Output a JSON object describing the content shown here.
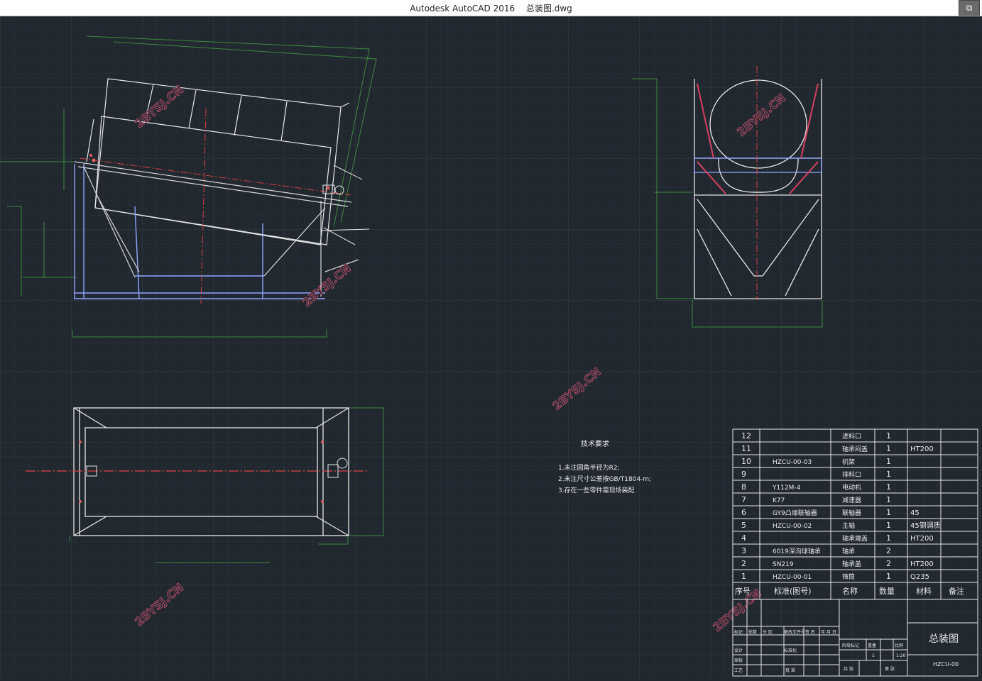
{
  "window": {
    "app_title": "Autodesk AutoCAD 2016",
    "file_name": "总装图.dwg",
    "ctrl_icon": "restore-icon"
  },
  "watermark": "2BYSJ.CN",
  "tech_req": {
    "heading": "技术要求",
    "items": [
      "1.未注圆角半径为R2;",
      "2.未注尺寸公差按GB/T1804-m;",
      "3.存在一些零件需现场装配"
    ]
  },
  "bom": {
    "header": {
      "no": "序号",
      "std": "标准(图号)",
      "name": "名称",
      "qty": "数量",
      "mat": "材料",
      "note": "备注"
    },
    "rows": [
      {
        "no": "12",
        "std": "",
        "name": "进料口",
        "qty": "1",
        "mat": ""
      },
      {
        "no": "11",
        "std": "",
        "name": "轴承闷盖",
        "qty": "1",
        "mat": "HT200"
      },
      {
        "no": "10",
        "std": "HZCU-00-03",
        "name": "机架",
        "qty": "1",
        "mat": ""
      },
      {
        "no": "9",
        "std": "",
        "name": "排料口",
        "qty": "1",
        "mat": ""
      },
      {
        "no": "8",
        "std": "Y112M-4",
        "name": "电动机",
        "qty": "1",
        "mat": ""
      },
      {
        "no": "7",
        "std": "K77",
        "name": "减速器",
        "qty": "1",
        "mat": ""
      },
      {
        "no": "6",
        "std": "GY9凸缘联轴器",
        "name": "联轴器",
        "qty": "1",
        "mat": "45"
      },
      {
        "no": "5",
        "std": "HZCU-00-02",
        "name": "主轴",
        "qty": "1",
        "mat": "45钢调质"
      },
      {
        "no": "4",
        "std": "",
        "name": "轴承端盖",
        "qty": "1",
        "mat": "HT200"
      },
      {
        "no": "3",
        "std": "6019深沟球轴承",
        "name": "轴承",
        "qty": "2",
        "mat": ""
      },
      {
        "no": "2",
        "std": "SN219",
        "name": "轴承盖",
        "qty": "2",
        "mat": "HT200"
      },
      {
        "no": "1",
        "std": "HZCU-00-01",
        "name": "筛筒",
        "qty": "1",
        "mat": "Q235"
      }
    ]
  },
  "title_block": {
    "drawing_name": "总装图",
    "drawing_no": "HZCU-00",
    "scale": "1:20",
    "quantity": "1",
    "labels": {
      "mark": "标记",
      "count": "处数",
      "zone": "分 区",
      "doc_no": "更改文件号",
      "sign": "签 名",
      "date": "年 月 日",
      "design": "设计",
      "standardize": "标准化",
      "review": "审核",
      "process": "工艺",
      "approve": "批 准",
      "stage": "阶段标记",
      "weight": "重量",
      "scale": "比例",
      "sheets": "共 张",
      "sheet": "第 张"
    }
  }
}
